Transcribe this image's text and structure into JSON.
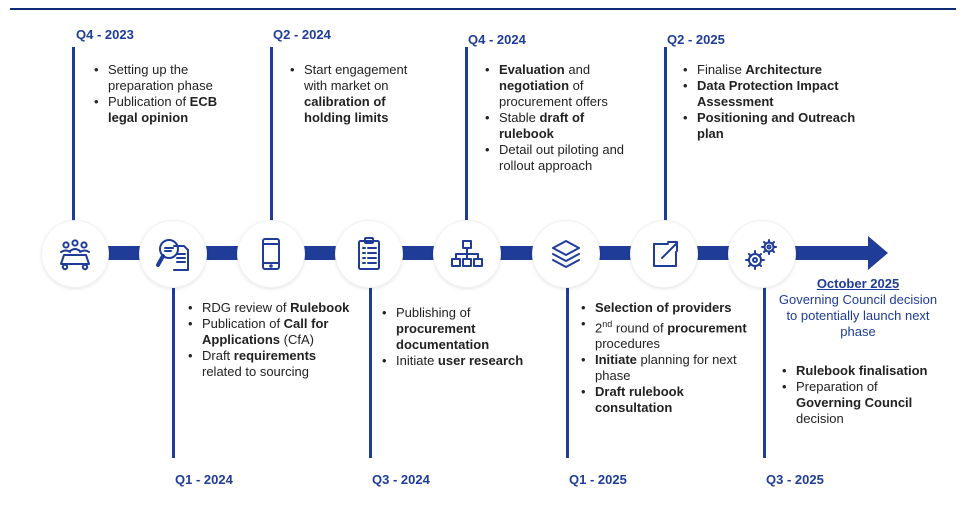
{
  "milestones": [
    {
      "period": "Q4 - 2023",
      "items": [
        [
          {
            "t": "Setting up the preparation phase",
            "b": false
          }
        ],
        [
          {
            "t": "Publication of ",
            "b": false
          },
          {
            "t": "ECB legal opinion",
            "b": true
          }
        ]
      ]
    },
    {
      "period": "Q1 - 2024",
      "items": [
        [
          {
            "t": "RDG review  of ",
            "b": false
          },
          {
            "t": "Rulebook",
            "b": true
          }
        ],
        [
          {
            "t": "Publication of ",
            "b": false
          },
          {
            "t": "Call for Applications",
            "b": true
          },
          {
            "t": " (CfA)",
            "b": false
          }
        ],
        [
          {
            "t": "Draft ",
            "b": false
          },
          {
            "t": "requirements",
            "b": true
          },
          {
            "t": " related to sourcing",
            "b": false
          }
        ]
      ]
    },
    {
      "period": "Q2 - 2024",
      "items": [
        [
          {
            "t": "Start engagement with market on ",
            "b": false
          },
          {
            "t": "calibration of holding limits",
            "b": true
          }
        ]
      ]
    },
    {
      "period": "Q3 - 2024",
      "items": [
        [
          {
            "t": "Publishing of ",
            "b": false
          },
          {
            "t": "procurement documentation",
            "b": true
          }
        ],
        [
          {
            "t": "Initiate ",
            "b": false
          },
          {
            "t": "user research",
            "b": true
          }
        ]
      ]
    },
    {
      "period": "Q4 - 2024",
      "items": [
        [
          {
            "t": "Evaluation",
            "b": true
          },
          {
            "t": " and ",
            "b": false
          },
          {
            "t": "negotiation",
            "b": true
          },
          {
            "t": " of procurement offers",
            "b": false
          }
        ],
        [
          {
            "t": "Stable ",
            "b": false
          },
          {
            "t": "draft of rulebook",
            "b": true
          }
        ],
        [
          {
            "t": "Detail out piloting and rollout approach",
            "b": false
          }
        ]
      ]
    },
    {
      "period": "Q1 - 2025",
      "items": [
        [
          {
            "t": "Selection of providers",
            "b": true
          }
        ],
        [
          {
            "t": "2",
            "b": false
          },
          {
            "t": "nd",
            "b": false,
            "sup": true
          },
          {
            "t": " round of ",
            "b": false
          },
          {
            "t": "procurement",
            "b": true
          },
          {
            "t": " procedures",
            "b": false
          }
        ],
        [
          {
            "t": "Initiate",
            "b": true
          },
          {
            "t": " planning for next phase",
            "b": false
          }
        ],
        [
          {
            "t": "Draft rulebook consultation",
            "b": true
          }
        ]
      ]
    },
    {
      "period": "Q2 - 2025",
      "items": [
        [
          {
            "t": "Finalise ",
            "b": false
          },
          {
            "t": "Architecture",
            "b": true
          }
        ],
        [
          {
            "t": "Data Protection Impact Assessment",
            "b": true
          }
        ],
        [
          {
            "t": "Positioning and Outreach plan",
            "b": true
          }
        ]
      ]
    },
    {
      "period": "Q3 - 2025",
      "items": [
        [
          {
            "t": "Rulebook finalisation",
            "b": true
          }
        ],
        [
          {
            "t": "Preparation of ",
            "b": false
          },
          {
            "t": "Governing Council",
            "b": true
          },
          {
            "t": " decision",
            "b": false
          }
        ]
      ]
    }
  ],
  "nodes": [
    {
      "icon": "meeting-people-icon"
    },
    {
      "icon": "document-search-icon"
    },
    {
      "icon": "smartphone-icon"
    },
    {
      "icon": "clipboard-checklist-icon"
    },
    {
      "icon": "hierarchy-org-chart-icon"
    },
    {
      "icon": "layers-icon"
    },
    {
      "icon": "external-link-icon"
    },
    {
      "icon": "gears-icon"
    }
  ],
  "end": {
    "date": "October 2025",
    "description": "Governing Council decision to potentially launch next phase"
  },
  "colors": {
    "accent": "#1f3c99",
    "rule": "#0f2c74"
  }
}
